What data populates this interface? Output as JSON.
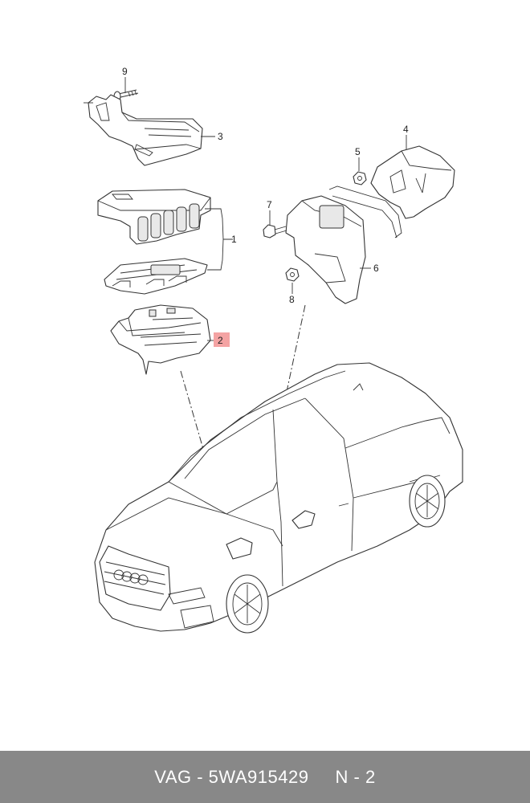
{
  "callouts": {
    "c1": "1",
    "c2": "2",
    "c3": "3",
    "c4": "4",
    "c5": "5",
    "c6": "6",
    "c7": "7",
    "c8": "8",
    "c9": "9"
  },
  "highlight_color": "#f4a3a3",
  "footer": {
    "brand": "VAG",
    "sep": " - ",
    "part_number": "5WA915429",
    "page": "N - 2"
  }
}
